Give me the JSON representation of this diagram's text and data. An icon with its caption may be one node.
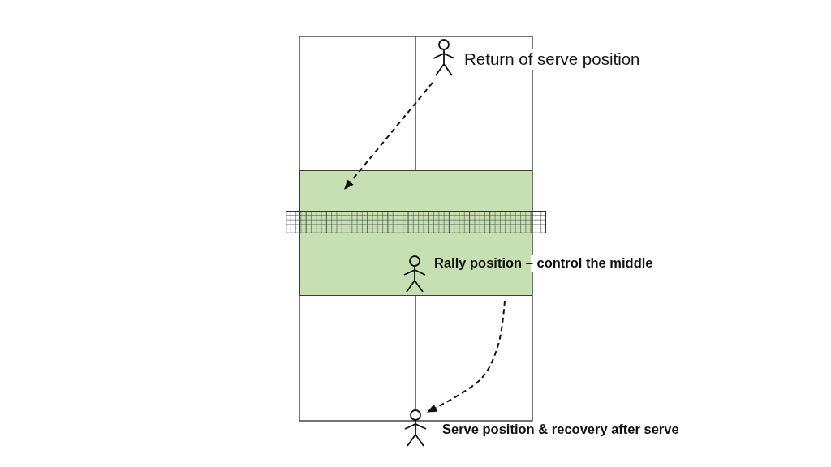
{
  "diagram": {
    "nodes": [
      {
        "text": [],
        "shape": "person",
        "beside": [
          "Return of serve position"
        ]
      },
      {
        "text": [],
        "shape": "box"
      },
      {
        "text": [],
        "shape": "person",
        "in": 1,
        "beside": [
          "Rally position – control the middle"
        ]
      },
      {
        "text": [],
        "shape": "person",
        "beside": [
          "Serve position & recovery after serve"
        ]
      }
    ],
    "edges": [
      {
        "from": 0,
        "to": 1,
        "arrow": "to",
        "style": "dashed"
      },
      {
        "from": 1,
        "to": 3,
        "arrow": "to",
        "style": "dashed"
      }
    ]
  }
}
